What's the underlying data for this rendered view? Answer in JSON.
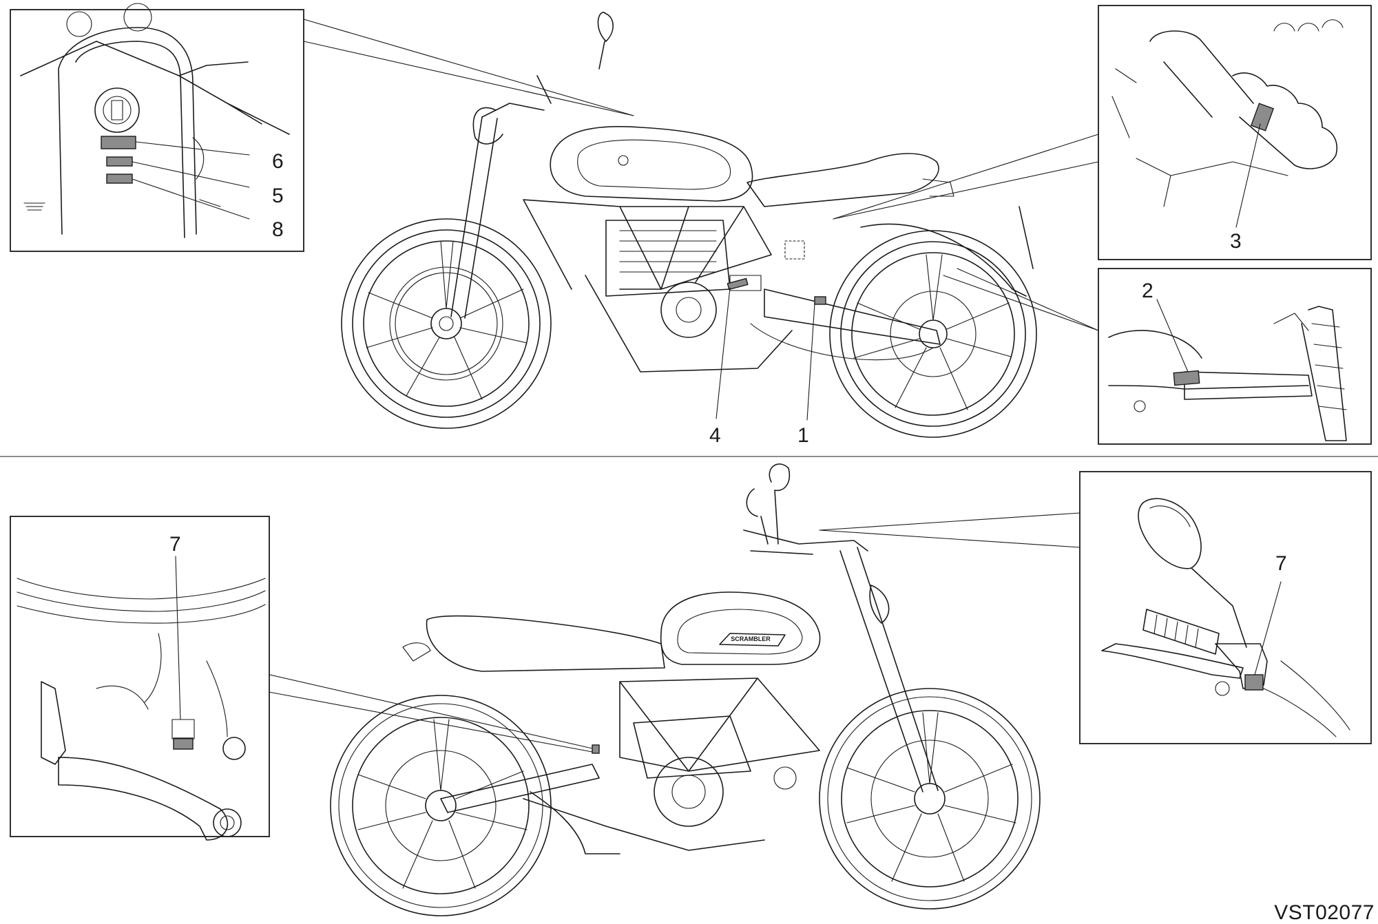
{
  "callouts": {
    "c1": "1",
    "c2": "2",
    "c3": "3",
    "c4": "4",
    "c5": "5",
    "c6": "6",
    "c7a": "7",
    "c7b": "7",
    "c8": "8"
  },
  "brand_decal": "SCRAMBLER",
  "drawing_code": "VST02077",
  "colors": {
    "line": "#1a1a1a",
    "label_fill": "#8c8c8c",
    "background": "#ffffff"
  }
}
